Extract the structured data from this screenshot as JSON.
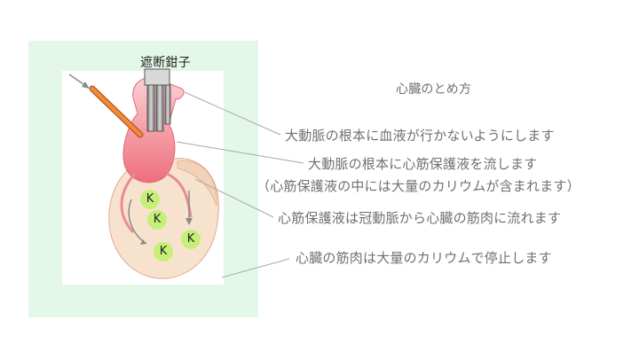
{
  "title": "心臓のとめ方",
  "clamp_label": "遮断鉗子",
  "steps": [
    "大動脈の根本に血液が行かないようにします",
    "大動脈の根本に心筋保護液を流します",
    "（心筋保護液の中には大量のカリウムが含まれます）",
    "心筋保護液は冠動脈から心臓の筋肉に流れます",
    "心臓の筋肉は大量のカリウムで停止します"
  ],
  "potassium_symbol": "K",
  "colors": {
    "panel": "#e4f8e9",
    "heart": "#f7e3cd",
    "aorta": "#f08c95",
    "catheter": "#e8832e",
    "potassium": "#c6ef7a",
    "leader": "#a0a0a0"
  }
}
